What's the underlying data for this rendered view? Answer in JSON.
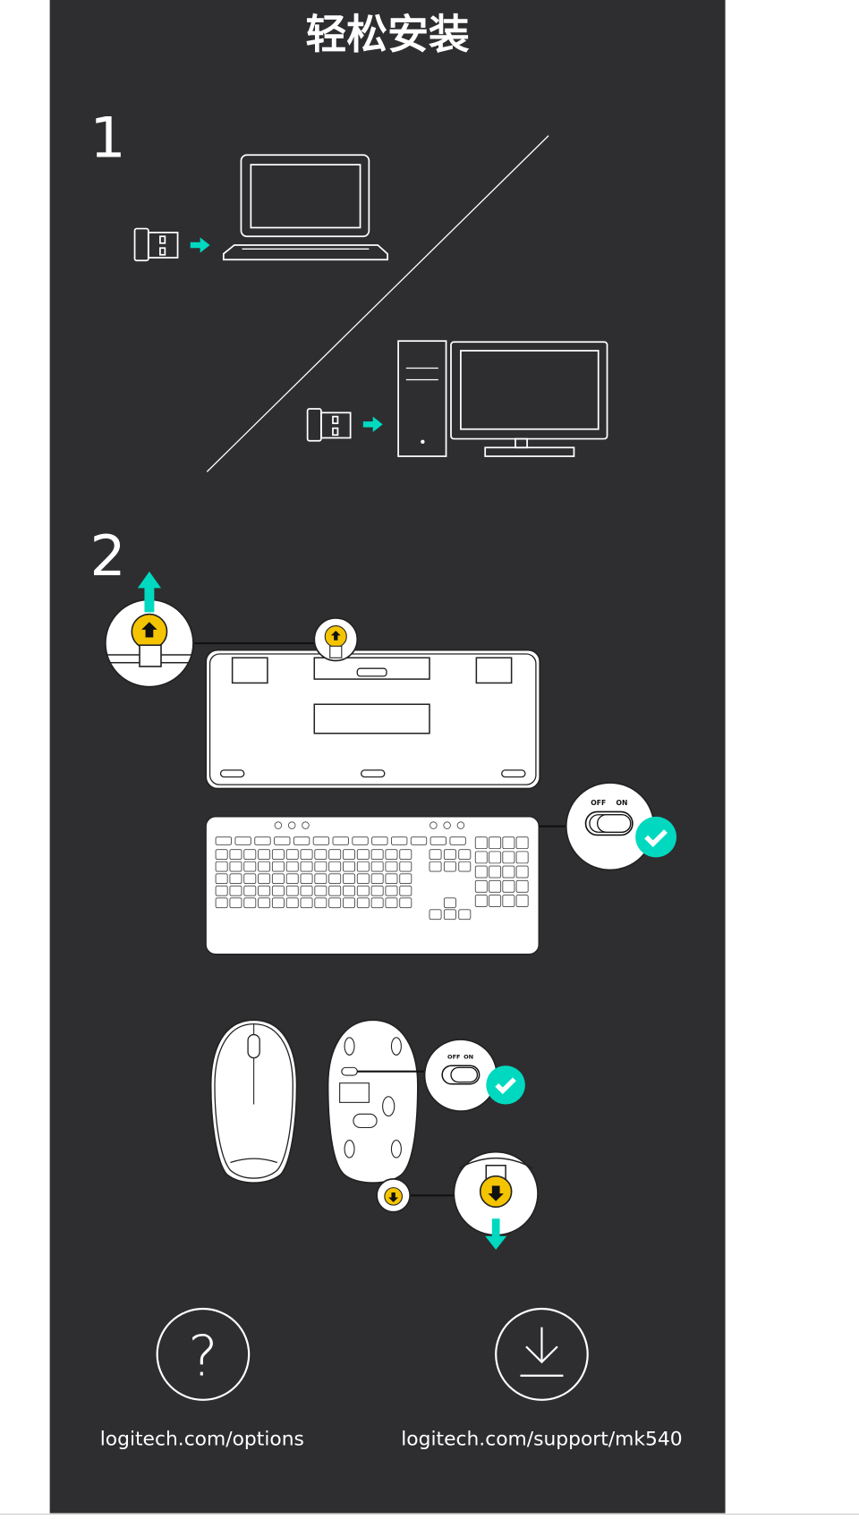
{
  "title": "轻松安装",
  "steps": [
    {
      "number": "1"
    },
    {
      "number": "2"
    }
  ],
  "switch": {
    "off_label": "OFF",
    "on_label": "ON"
  },
  "links": [
    {
      "icon": "help-icon",
      "glyph": "?",
      "label": "logitech.com/options"
    },
    {
      "icon": "download-icon",
      "label": "logitech.com/support/mk540"
    }
  ],
  "colors": {
    "background": "#2e2e30",
    "accent": "#00d9c0",
    "highlight": "#f5c400"
  }
}
